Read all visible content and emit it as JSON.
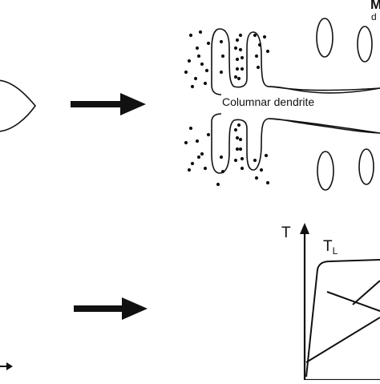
{
  "labels": {
    "columnar_dendrite": "Columnar dendrite",
    "partial_top_right_M": "M",
    "partial_top_right_d": "d",
    "axis_T": "T",
    "liquidus_T": "T",
    "liquidus_sub": "L"
  },
  "colors": {
    "ink": "#111111",
    "background": "#ffffff"
  }
}
